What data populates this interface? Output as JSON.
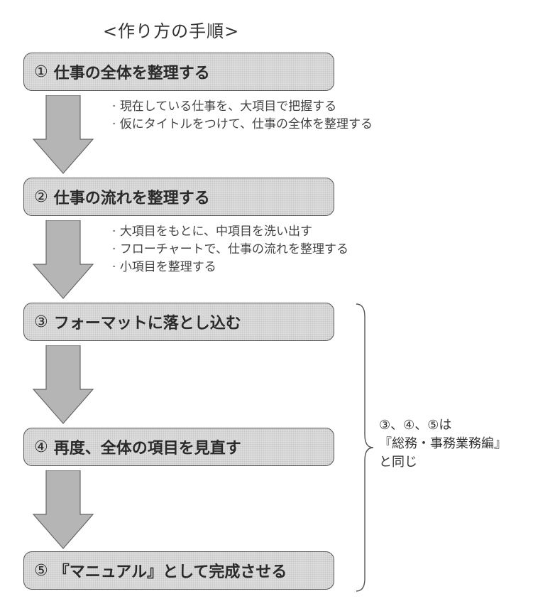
{
  "title": "<作り方の手順>",
  "steps": [
    {
      "num": "①",
      "label": "仕事の全体を整理する"
    },
    {
      "num": "②",
      "label": "仕事の流れを整理する"
    },
    {
      "num": "③",
      "label": "フォーマットに落とし込む"
    },
    {
      "num": "④",
      "label": "再度、全体の項目を見直す"
    },
    {
      "num": "⑤",
      "label": "『マニュアル』として完成させる"
    }
  ],
  "notes": {
    "step1": [
      "現在している仕事を、大項目で把握する",
      "仮にタイトルをつけて、仕事の全体を整理する"
    ],
    "step2": [
      "大項目をもとに、中項目を洗い出す",
      "フローチャートで、仕事の流れを整理する",
      "小項目を整理する"
    ]
  },
  "side_note": {
    "line1": "③、④、⑤は",
    "line2": "『総務・事務業務編』",
    "line3": "と同じ"
  }
}
